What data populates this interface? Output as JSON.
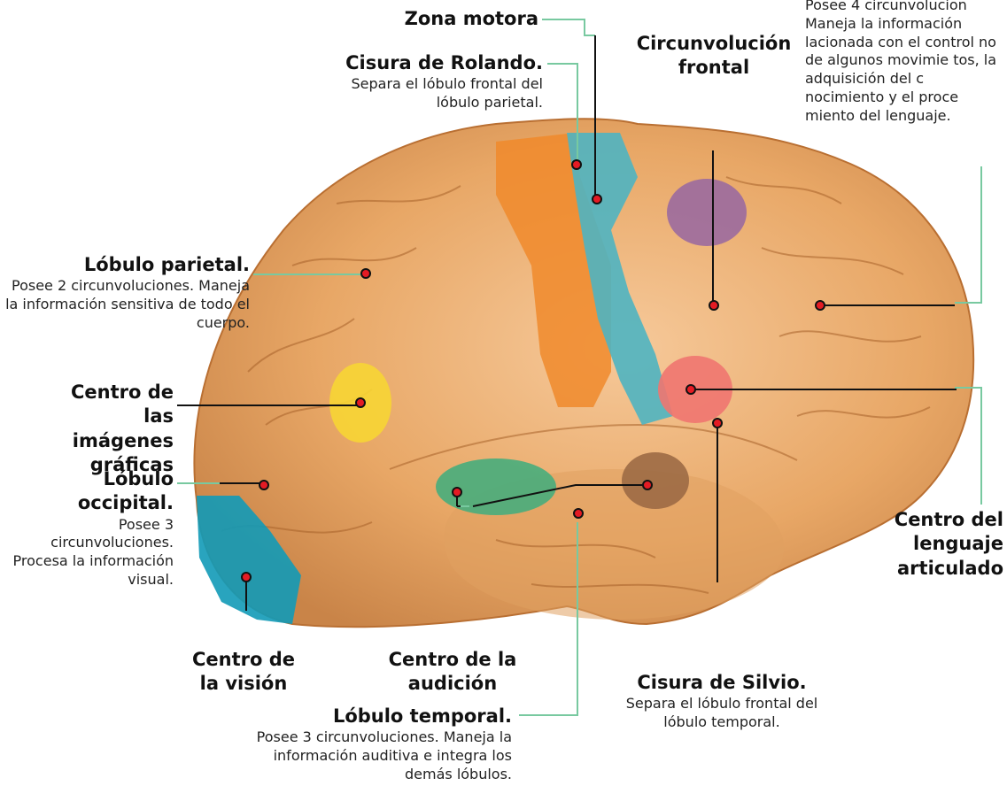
{
  "labels": {
    "zona_motora": {
      "title": "Zona motora"
    },
    "rolando": {
      "title": "Cisura de Rolando",
      "desc": "Separa el lóbulo frontal del lóbulo parietal."
    },
    "circ_frontal": {
      "title": "Circunvolución frontal"
    },
    "frontal_text": {
      "desc": "Posee 4 circunvolucion Maneja la información lacionada con el control no de algunos movimie tos, la adquisición del c nocimiento y el proce miento del lenguaje."
    },
    "parietal": {
      "title": "Lóbulo parietal",
      "desc": "Posee 2 circunvoluciones. Maneja la información sensitiva de todo el cuerpo."
    },
    "imagenes": {
      "title": "Centro de las imágenes gráficas"
    },
    "occipital": {
      "title": "Lóbulo occipital",
      "desc": "Posee 3 circunvoluciones. Procesa la información visual."
    },
    "lenguaje": {
      "title": "Centro del lenguaje articulado"
    },
    "vision": {
      "title": "Centro de la visión"
    },
    "audicion": {
      "title": "Centro de la audición"
    },
    "silvio": {
      "title": "Cisura de Silvio",
      "desc": "Separa el lóbulo frontal del lóbulo temporal."
    },
    "temporal": {
      "title": "Lóbulo temporal",
      "desc": "Posee 3 circunvoluciones. Maneja la información auditiva e integra los demás lóbulos."
    }
  },
  "colors": {
    "brain": "#e8a766",
    "brain_dark": "#b96f32",
    "motor": "#f08a2c",
    "rolando": "#4fb4c1",
    "purple": "#9b6a9e",
    "pink": "#ef7670",
    "yellow": "#f7d534",
    "green": "#47ad7c",
    "brown": "#9c6a45",
    "vision": "#129ab7",
    "line": "#78c9a0",
    "dot": "#e41b24"
  }
}
